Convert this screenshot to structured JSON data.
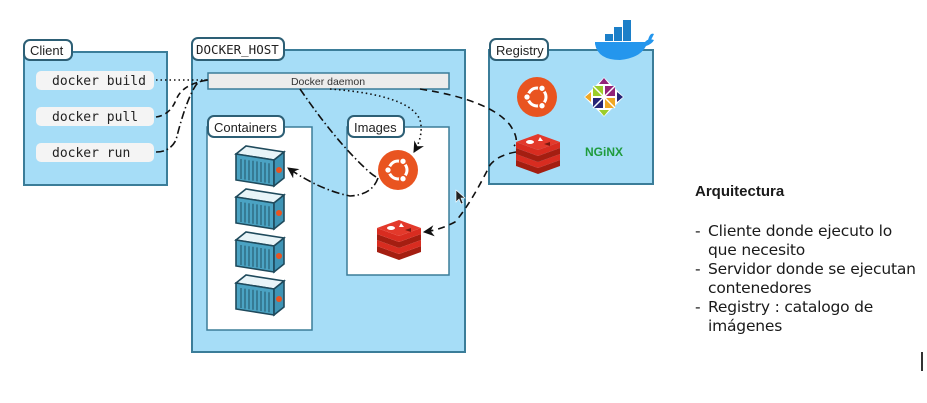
{
  "diagram": {
    "client": {
      "title": "Client",
      "commands": [
        {
          "label": "docker build"
        },
        {
          "label": "docker pull"
        },
        {
          "label": "docker run"
        }
      ]
    },
    "docker_host": {
      "title": "DOCKER_HOST",
      "daemon_label": "Docker daemon",
      "containers": {
        "title": "Containers",
        "count": 4
      },
      "images": {
        "title": "Images",
        "items": [
          "ubuntu-logo",
          "redis-logo"
        ]
      }
    },
    "registry": {
      "title": "Registry",
      "items": [
        "ubuntu-logo",
        "centos-logo",
        "redis-logo",
        "nginx-logo"
      ],
      "nginx_text": "NGiNX"
    },
    "colors": {
      "box_fill": "#a6ddf7",
      "box_border": "#3b7d99",
      "ubuntu": "#e95420",
      "redis": "#d82c20",
      "nginx": "#1f9b3c",
      "docker_whale": "#2496ed"
    }
  },
  "notes": {
    "title": "Arquitectura",
    "items": [
      "Cliente donde ejecuto lo que necesito",
      "Servidor donde se ejecutan contenedores",
      "Registry : catalogo de imágenes"
    ]
  }
}
